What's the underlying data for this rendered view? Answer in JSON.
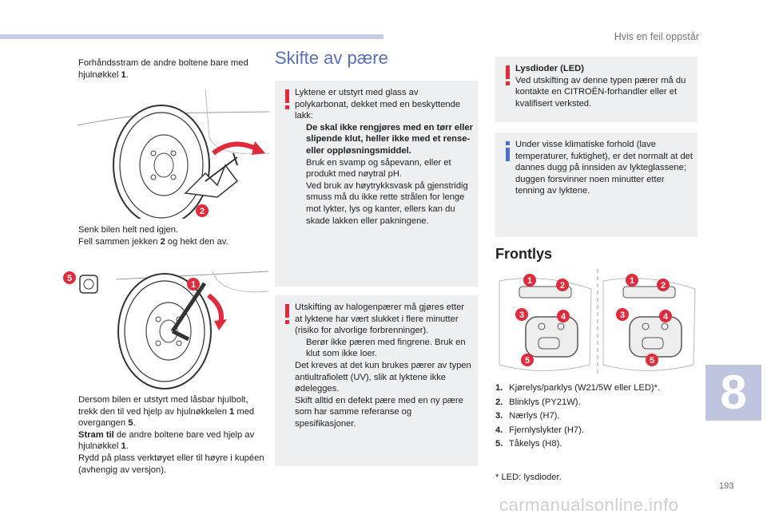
{
  "header": {
    "section": "Hvis en feil oppstår"
  },
  "page_number": "193",
  "chapter_number": "8",
  "watermark": "carmanualsonline.info",
  "left_column": {
    "step1": {
      "bullet": "",
      "text": "Forhåndsstram de andre boltene bare med hjulnøkkel ",
      "bold": "1",
      "end": "."
    },
    "fig1_badge": "2",
    "step2": {
      "bullet": "",
      "text": "Senk bilen helt ned igjen."
    },
    "step3": {
      "bullet": "",
      "text": "Fell sammen jekken ",
      "bold": "2",
      "end": " og hekt den av."
    },
    "fig2_badge_bolt": "5",
    "fig2_badge_wrench": "1",
    "step4": {
      "bullet": "",
      "text": "Dersom bilen er utstyrt med låsbar hjulbolt, trekk den til ved hjelp av hjulnøkkelen ",
      "bold": "1",
      "mid": " med overgangen ",
      "bold2": "5",
      "end": "."
    },
    "step5": {
      "bullet": "",
      "bold": "Stram til",
      "text": " de andre boltene bare ved hjelp av hjulnøkkel ",
      "bold2": "1",
      "end": "."
    },
    "step6": {
      "bullet": "",
      "text": "Rydd på plass verktøyet eller til høyre i kupéen (avhengig av versjon)."
    }
  },
  "middle_column": {
    "title": "Skifte av pære",
    "box1": {
      "intro": "Lyktene er utstyrt med glass av polykarbonat, dekket med en beskyttende lakk:",
      "b1": "De skal ikke rengjøres med en tørr eller slipende klut, heller ikke med et rense- eller oppløsningsmiddel.",
      "b2": "Bruk en svamp og såpevann, eller et produkt med nøytral pH.",
      "b3": "Ved bruk av høytrykksvask på gjenstridig smuss må du ikke rette strålen for lenge mot lykter, lys og kanter, ellers kan du skade lakken eller pakningene.",
      "bullet": ""
    },
    "box2": {
      "intro": "Utskifting av halogenpærer må gjøres etter at lyktene har vært slukket i flere minutter (risiko for alvorlige forbrenninger).",
      "b1": "Berør ikke pæren med fingrene. Bruk en klut som ikke loer.",
      "p2": "Det kreves at det kun brukes pærer av typen antiultrafiolett (UV), slik at lyktene ikke ødelegges.",
      "p3": "Skift alltid en defekt pære med en ny pære som har samme referanse og spesifikasjoner.",
      "bullet": ""
    }
  },
  "right_column": {
    "box3": {
      "title": "Lysdioder (LED)",
      "text": "Ved utskifting av denne typen pærer må du kontakte en CITROËN-forhandler eller et kvalifisert verksted."
    },
    "box4": {
      "text": "Under visse klimatiske forhold (lave temperaturer, fuktighet), er det normalt at det dannes dugg på innsiden av lykteglassene; duggen forsvinner noen minutter etter tenning av lyktene."
    },
    "subtitle": "Frontlys",
    "badges": [
      "1",
      "2",
      "3",
      "4",
      "5"
    ],
    "list": [
      {
        "num": "1.",
        "text": "Kjørelys/parklys (W21/5W eller LED)*."
      },
      {
        "num": "2.",
        "text": "Blinklys (PY21W)."
      },
      {
        "num": "3.",
        "text": "Nærlys (H7)."
      },
      {
        "num": "4.",
        "text": "Fjernlyslykter (H7)."
      },
      {
        "num": "5.",
        "text": "Tåkelys (H8)."
      }
    ],
    "footnote": "*   LED: lysdioder."
  },
  "colors": {
    "accent": "#5a6fb8",
    "warning": "#e02b3c",
    "info": "#4a6fd1",
    "box_bg": "#edeff1",
    "chapter_tab": "#bfc5de"
  }
}
